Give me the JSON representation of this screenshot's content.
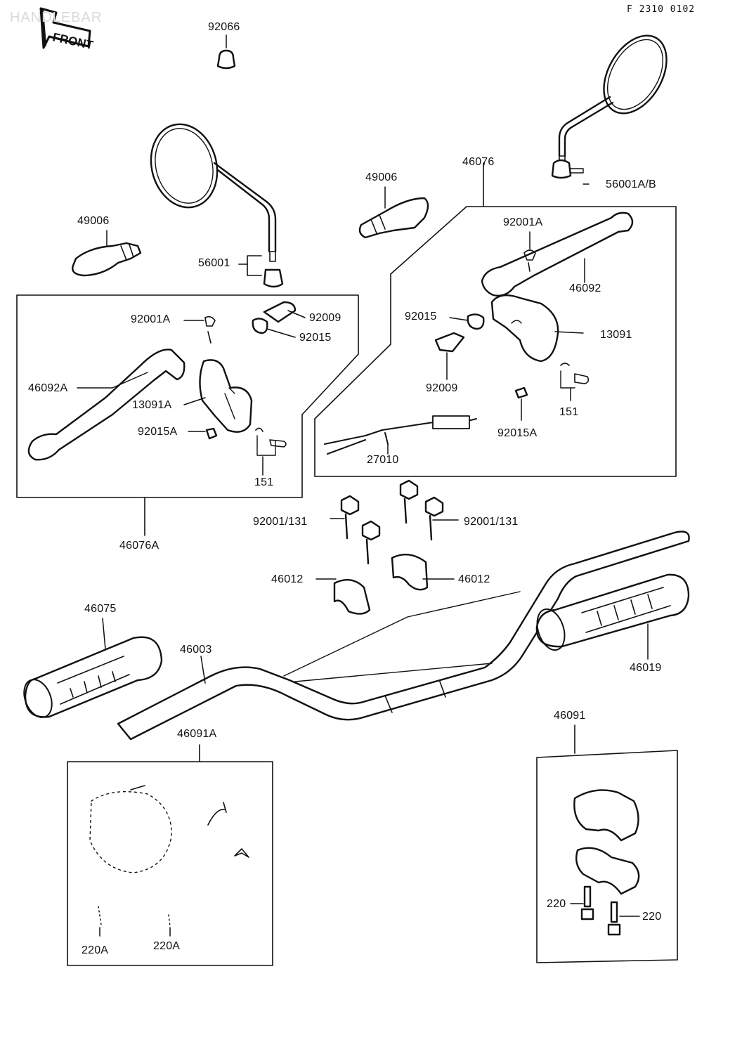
{
  "header": {
    "drawing_code": "F 2310 0102",
    "watermark": "HANDLEBAR",
    "front_label": "FRONT"
  },
  "labels": {
    "p92066": "92066",
    "p49006_left": "49006",
    "p49006_mid": "49006",
    "p46076": "46076",
    "p56001": "56001",
    "p56001ab": "56001A/B",
    "p92001a_left": "92001A",
    "p92009_left": "92009",
    "p92015_left": "92015",
    "p46092a": "46092A",
    "p13091a": "13091A",
    "p92015a_left": "92015A",
    "p151_left": "151",
    "p46076a": "46076A",
    "p92001a_right": "92001A",
    "p46092": "46092",
    "p92015_right": "92015",
    "p13091": "13091",
    "p92009_right": "92009",
    "p151_right": "151",
    "p92015a_right": "92015A",
    "p27010": "27010",
    "p92001_131_left": "92001/131",
    "p92001_131_right": "92001/131",
    "p46012_left": "46012",
    "p46012_right": "46012",
    "p46075": "46075",
    "p46003": "46003",
    "p46019": "46019",
    "p46091a": "46091A",
    "p46091": "46091",
    "p220a_1": "220A",
    "p220a_2": "220A",
    "p220_left": "220",
    "p220_right": "220"
  }
}
